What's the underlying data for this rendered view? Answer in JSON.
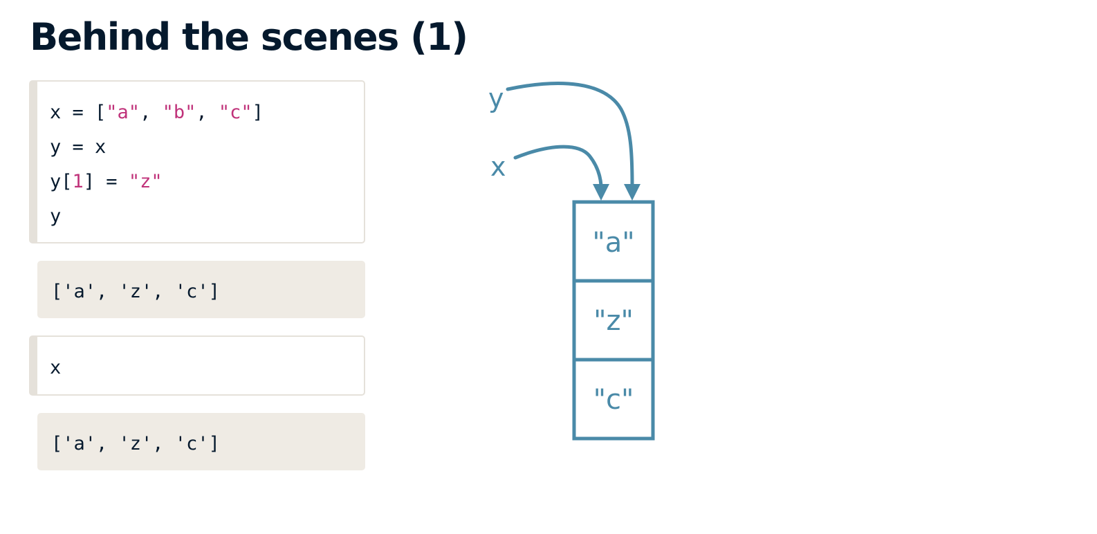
{
  "title": "Behind the scenes (1)",
  "cells": [
    {
      "type": "input",
      "lines": [
        {
          "parts": [
            {
              "t": "x = [",
              "c": "plain"
            },
            {
              "t": "\"a\"",
              "c": "str"
            },
            {
              "t": ", ",
              "c": "plain"
            },
            {
              "t": "\"b\"",
              "c": "str"
            },
            {
              "t": ", ",
              "c": "plain"
            },
            {
              "t": "\"c\"",
              "c": "str"
            },
            {
              "t": "]",
              "c": "plain"
            }
          ]
        },
        {
          "parts": [
            {
              "t": "y = x",
              "c": "plain"
            }
          ]
        },
        {
          "parts": [
            {
              "t": "y[",
              "c": "plain"
            },
            {
              "t": "1",
              "c": "num"
            },
            {
              "t": "] = ",
              "c": "plain"
            },
            {
              "t": "\"z\"",
              "c": "str"
            }
          ]
        },
        {
          "parts": [
            {
              "t": "y",
              "c": "plain"
            }
          ]
        }
      ]
    },
    {
      "type": "output",
      "text": "['a', 'z', 'c']"
    },
    {
      "type": "input",
      "lines": [
        {
          "parts": [
            {
              "t": "x",
              "c": "plain"
            }
          ]
        }
      ]
    },
    {
      "type": "output",
      "text": "['a', 'z', 'c']"
    }
  ],
  "diagram": {
    "variables": [
      "y",
      "x"
    ],
    "list_items": [
      "\"a\"",
      "\"z\"",
      "\"c\""
    ],
    "color": "#4a8aa8"
  }
}
